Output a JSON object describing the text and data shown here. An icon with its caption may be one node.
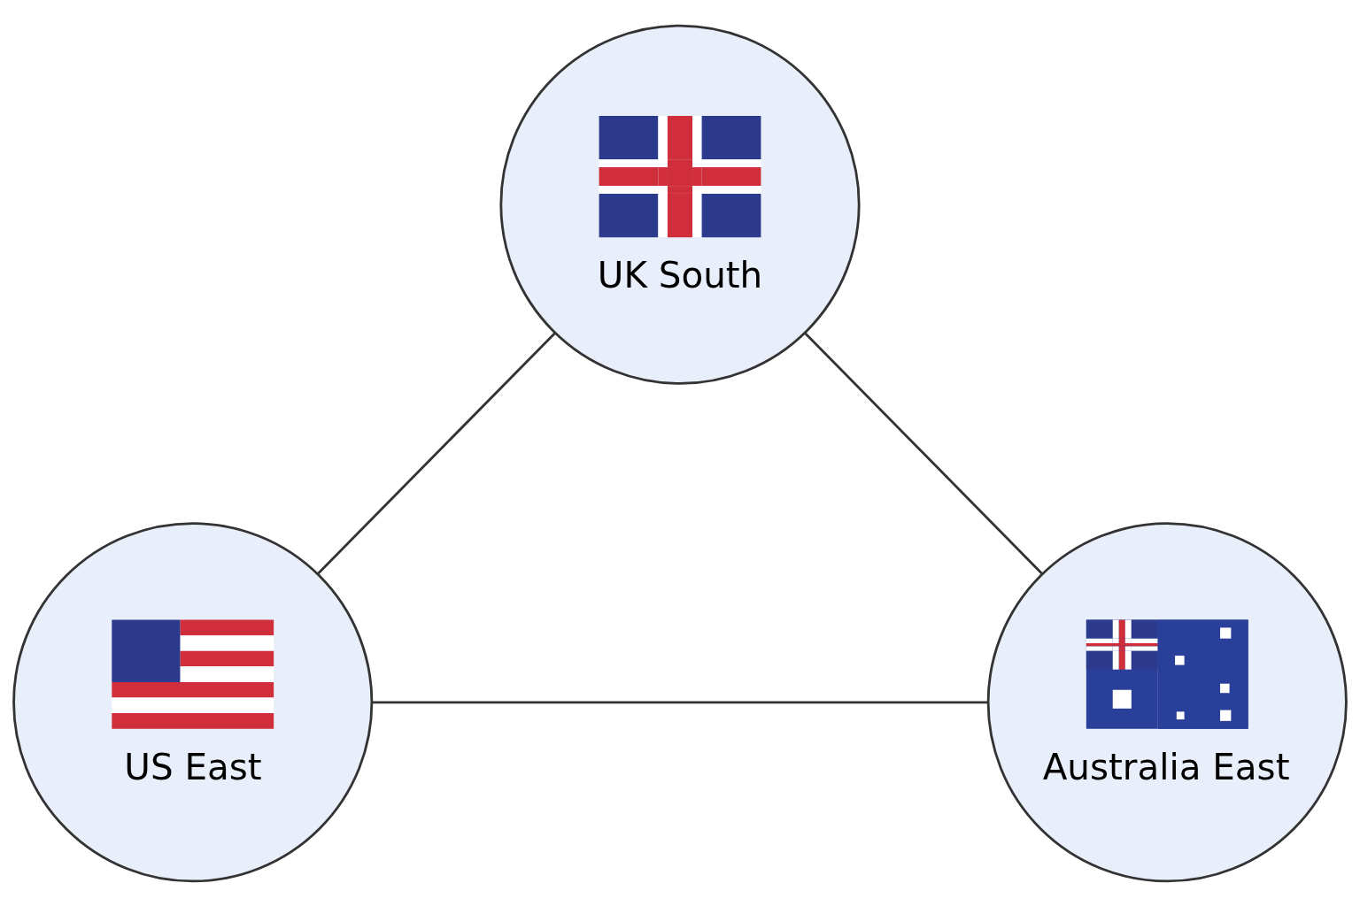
{
  "diagram": {
    "nodes": [
      {
        "text": [
          "UK South"
        ]
      },
      {
        "text": [
          "US East"
        ]
      },
      {
        "text": [
          "Australia East"
        ]
      }
    ],
    "edges": [
      {
        "from": 0,
        "to": 1,
        "arrow": "none"
      },
      {
        "from": 0,
        "to": 2,
        "arrow": "none"
      },
      {
        "from": 1,
        "to": 2,
        "arrow": "none"
      }
    ]
  }
}
